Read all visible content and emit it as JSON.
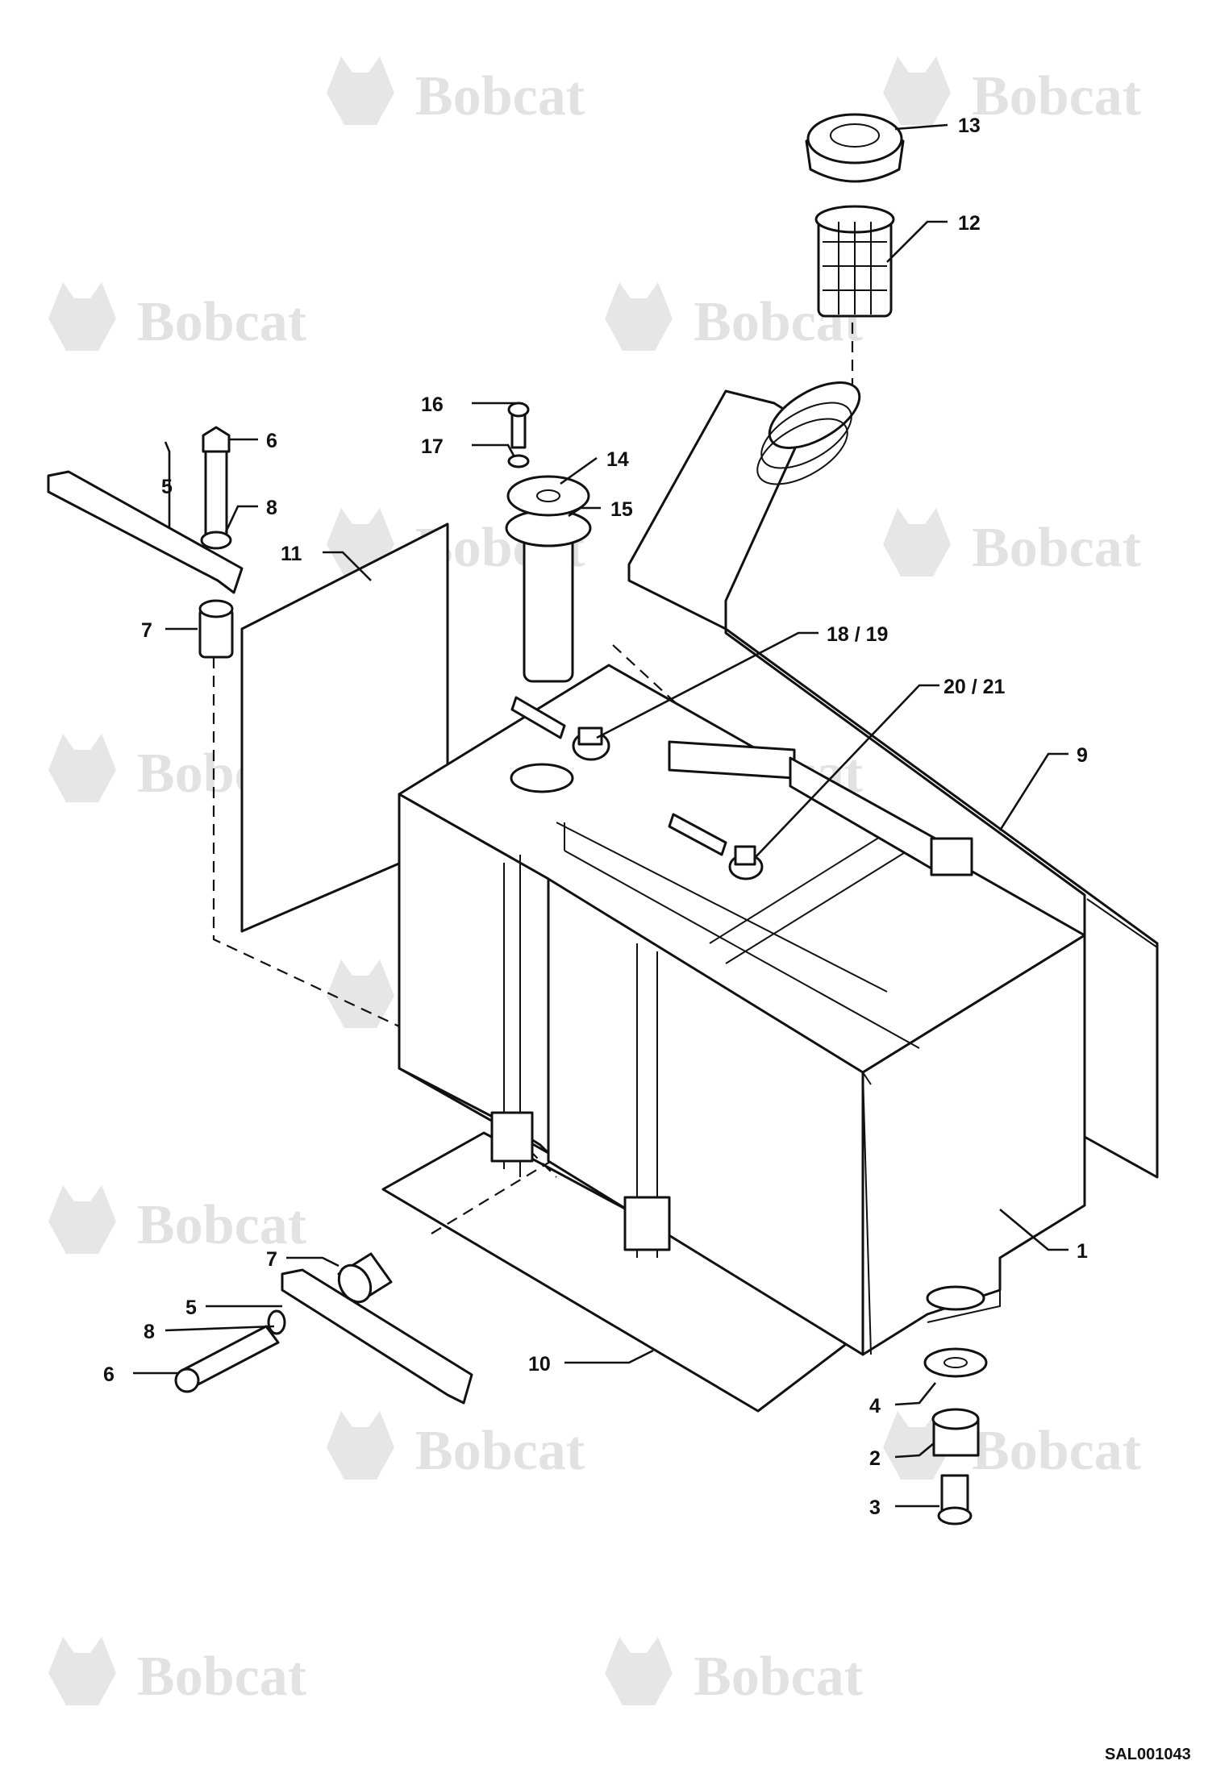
{
  "watermark": {
    "brand": "Bobcat",
    "logo_icon": "bobcat-logo-icon"
  },
  "drawing_code": "SAL001043",
  "callouts": {
    "c1": "1",
    "c2": "2",
    "c3": "3",
    "c4": "4",
    "c5a": "5",
    "c5b": "5",
    "c6a": "6",
    "c6b": "6",
    "c7a": "7",
    "c7b": "7",
    "c8a": "8",
    "c8b": "8",
    "c9": "9",
    "c10": "10",
    "c11": "11",
    "c12": "12",
    "c13": "13",
    "c14": "14",
    "c15": "15",
    "c16": "16",
    "c17": "17",
    "c1819": "18 / 19",
    "c2021": "20 / 21"
  }
}
